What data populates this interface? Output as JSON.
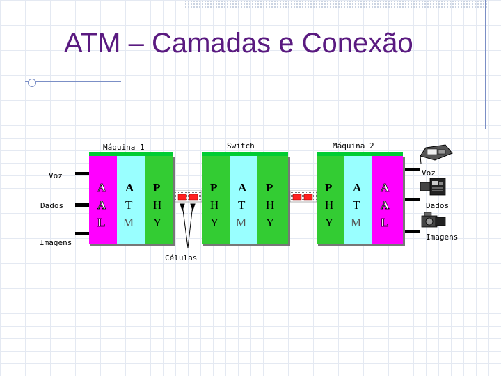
{
  "title": "ATM – Camadas e Conexão",
  "diagram": {
    "machine1_label": "Máquina 1",
    "switch_label": "Switch",
    "machine2_label": "Máquina 2",
    "cells_label": "Células",
    "left_inputs": [
      "Voz",
      "Dados",
      "Imagens"
    ],
    "right_outputs": [
      "Voz",
      "Dados",
      "Imagens"
    ],
    "aal_letters": [
      "A",
      "A",
      "L"
    ],
    "atm_letters": [
      "A",
      "T",
      "M"
    ],
    "phy_letters": [
      "P",
      "H",
      "Y"
    ],
    "colors": {
      "aal": "#ff00ff",
      "atm": "#99ffff",
      "phy": "#33cc33",
      "top_edge": "#00cc33",
      "cell": "#ff2020",
      "title": "#5a1a80",
      "accent_line": "#7b8fc6"
    },
    "icons": [
      "fax-icon",
      "telephone-icon",
      "video-camera-icon"
    ]
  }
}
